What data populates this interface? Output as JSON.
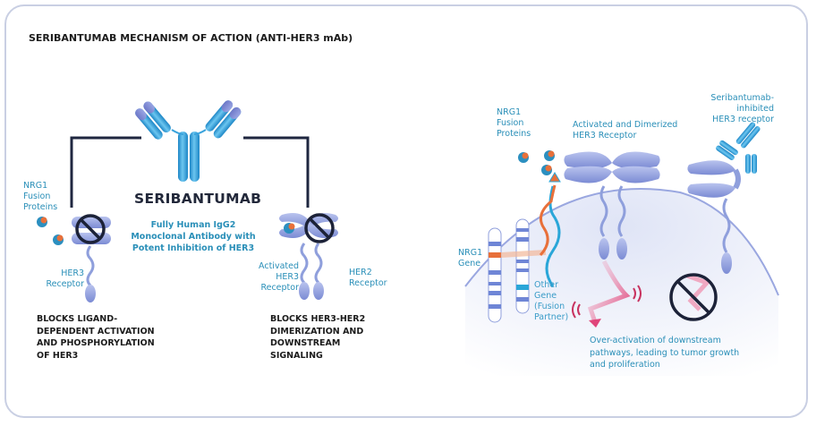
{
  "title": "SERIBANTUMAB MECHANISM OF ACTION (ANTI-HER3 mAb)",
  "left_panel": {
    "drug_name": "SERIBANTUMAB",
    "drug_description": "Fully Human IgG2 Monoclonal Antibody with Potent Inhibition of HER3",
    "left_labels": {
      "nrg1": "NRG1 Fusion Proteins",
      "her3": "HER3 Receptor"
    },
    "right_labels": {
      "activated_her3": "Activated HER3 Receptor",
      "her2": "HER2 Receptor"
    },
    "mechanism_1": "BLOCKS LIGAND-DEPENDENT ACTIVATION AND PHOSPHORYLATION OF HER3",
    "mechanism_1_lines": [
      "BLOCKS LIGAND-",
      "DEPENDENT ACTIVATION",
      "AND PHOSPHORYLATION",
      "OF HER3"
    ],
    "mechanism_2_lines": [
      "BLOCKS HER3-HER2",
      "DIMERIZATION AND",
      "DOWNSTREAM",
      "SIGNALING"
    ]
  },
  "right_panel": {
    "nrg1_fusion": [
      "NRG1",
      "Fusion",
      "Proteins"
    ],
    "dimerized": [
      "Activated and Dimerized",
      "HER3 Receptor"
    ],
    "inhibited": [
      "Seribantumab-inhibited",
      "HER3 receptor"
    ],
    "nrg1_gene": [
      "NRG1",
      "Gene"
    ],
    "other_gene": [
      "Other",
      "Gene",
      "(Fusion",
      "Partner)"
    ],
    "outcome": [
      "Over-activation of downstream",
      "pathways, leading to tumor growth",
      "and proliferation"
    ]
  },
  "colors": {
    "text_blue": "#2a8fb8",
    "antibody_blue": "#2f9fd8",
    "receptor_lavender": "#8f9fdc",
    "nrg1_orange": "#e8703a",
    "signal_pink": "#e0457a",
    "frame": "#c9cfe3"
  },
  "icons": [
    "antibody-icon",
    "receptor-icon",
    "prohibition-icon",
    "chromosome-icon",
    "nrg1-protein-icon",
    "signal-arrow-icon"
  ]
}
